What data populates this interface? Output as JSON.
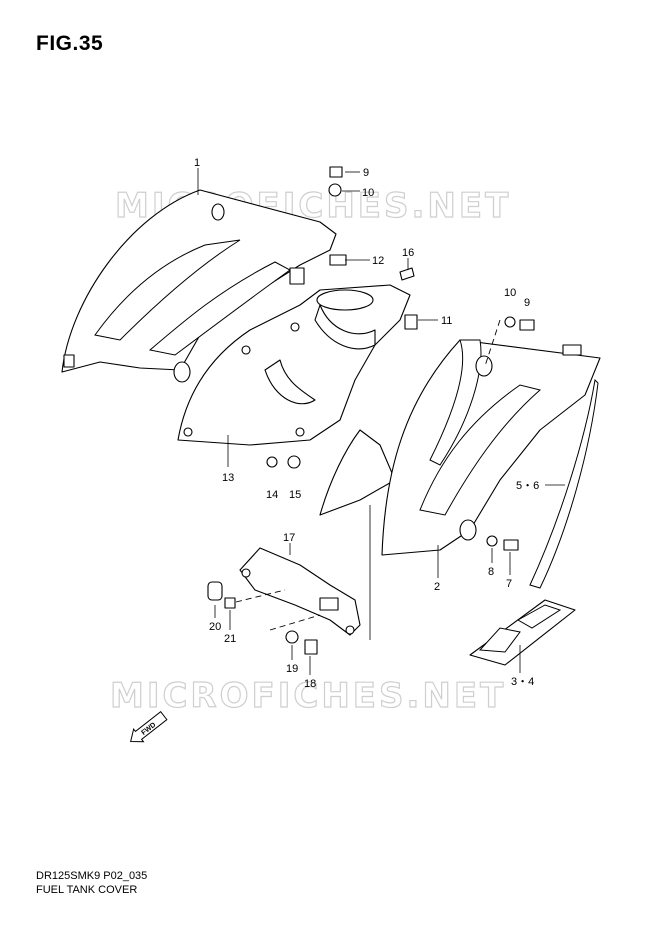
{
  "figure": {
    "title": "FIG.35",
    "code": "DR125SMK9 P02_035",
    "name": "FUEL TANK COVER",
    "watermark": "MICROFICHES.NET"
  },
  "callouts": [
    {
      "id": "c1",
      "text": "1"
    },
    {
      "id": "c9a",
      "text": "9"
    },
    {
      "id": "c10a",
      "text": "10"
    },
    {
      "id": "c12",
      "text": "12"
    },
    {
      "id": "c16",
      "text": "16"
    },
    {
      "id": "c10b",
      "text": "10"
    },
    {
      "id": "c9b",
      "text": "9"
    },
    {
      "id": "c11",
      "text": "11"
    },
    {
      "id": "c13",
      "text": "13"
    },
    {
      "id": "c14",
      "text": "14"
    },
    {
      "id": "c15",
      "text": "15"
    },
    {
      "id": "c56",
      "text": "5・6"
    },
    {
      "id": "c17",
      "text": "17"
    },
    {
      "id": "c2",
      "text": "2"
    },
    {
      "id": "c8",
      "text": "8"
    },
    {
      "id": "c7",
      "text": "7"
    },
    {
      "id": "c20",
      "text": "20"
    },
    {
      "id": "c21",
      "text": "21"
    },
    {
      "id": "c19",
      "text": "19"
    },
    {
      "id": "c18",
      "text": "18"
    },
    {
      "id": "c34",
      "text": "3・4"
    }
  ],
  "fwd_label": "FWD",
  "colors": {
    "line": "#000000",
    "watermark": "#cfcfcf",
    "background": "#ffffff"
  }
}
